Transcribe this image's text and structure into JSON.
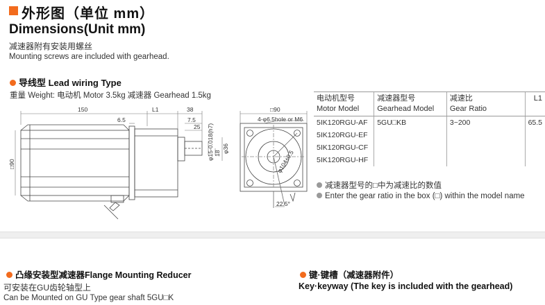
{
  "header": {
    "title_cn": "外形图（单位 mm）",
    "title_en": "Dimensions(Unit mm)",
    "note_cn": "减速器附有安装用螺丝",
    "note_en": "Mounting screws are included with gearhead."
  },
  "lead_wiring": {
    "heading": "导线型 Lead wiring Type",
    "weight": "重量 Weight: 电动机 Motor 3.5kg  减速器 Gearhead 1.5kg"
  },
  "side_view": {
    "dim_150": "150",
    "dim_l1": "L1",
    "dim_38": "38",
    "dim_6_5": "6.5",
    "dim_7_5": "7.5",
    "dim_25": "25",
    "dim_90": "□90",
    "dim_shaft": "φ15-0.018(h7)",
    "dim_36": "φ36",
    "dim_18": "18"
  },
  "front_view": {
    "dim_90": "□90",
    "holes": "4-φ6.5hole or M6",
    "pcd": "φ104±0.5",
    "angle": "22.5°"
  },
  "spec_table": {
    "headers": [
      {
        "cn": "电动机型号",
        "en": "Motor Model"
      },
      {
        "cn": "减速器型号",
        "en": "Gearhead Model"
      },
      {
        "cn": "减速比",
        "en": "Gear Ratio"
      },
      {
        "cn": "L1",
        "en": ""
      }
    ],
    "motor_models": [
      "5IK120RGU-AF",
      "5IK120RGU-EF",
      "5IK120RGU-CF",
      "5IK120RGU-HF"
    ],
    "gearhead_model": "5GU□KB",
    "gear_ratio": "3~200",
    "l1": "65.5"
  },
  "table_notes": {
    "note_cn": "减速器型号的□中为减速比的数值",
    "note_en": "Enter the gear ratio in the box (□) within the model name"
  },
  "flange": {
    "heading": "凸缘安装型减速器Flange Mounting Reducer",
    "note_cn": "可安装在GU齿轮轴型上",
    "note_en": "Can be Mounted on GU Type gear shaft 5GU□K"
  },
  "key": {
    "heading": "键·键槽（减速器附件）",
    "subheading": "Key·keyway (The key is included with the gearhead)"
  },
  "colors": {
    "accent": "#f26b1d",
    "note_dot": "#9a9a9a",
    "divider": "#efefef"
  }
}
